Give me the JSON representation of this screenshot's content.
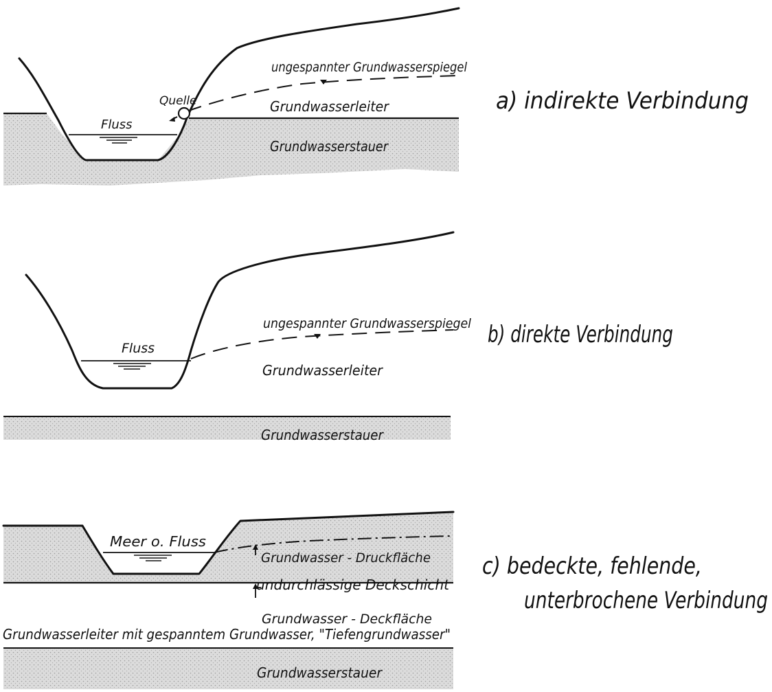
{
  "panel_a": {
    "caption": "a)  indirekte  Verbindung",
    "label_water_table": "ungespannter  Grundwasserspiegel",
    "label_spring": "Quelle",
    "label_river": "Fluss",
    "label_aquifer": "Grundwasserleiter",
    "label_aquitard": "Grundwasserstauer"
  },
  "panel_b": {
    "caption": "b)  direkte  Verbindung",
    "label_water_table": "ungespannter Grundwasserspiegel",
    "label_river": "Fluss",
    "label_aquifer": "Grundwasserleiter",
    "label_aquitard": "Grundwasserstauer"
  },
  "panel_c": {
    "caption_line1": "c)   bedeckte, fehlende,",
    "caption_line2": "unterbrochene Verbindung",
    "label_river": "Meer o. Fluss",
    "label_pressure_surface": "Grundwasser - Druckfläche",
    "label_cover_layer": "undurchlässige  Deckschicht",
    "label_cover_surface": "Grundwasser - Deckfläche",
    "label_confined_aquifer": "Grundwasserleiter mit gespanntem  Grundwasser,  \"Tiefengrundwasser\"",
    "label_aquitard": "Grundwasserstauer"
  },
  "colors": {
    "ink": "#111111",
    "aquitard_fill": "#d6d6d6",
    "background": "#ffffff"
  }
}
